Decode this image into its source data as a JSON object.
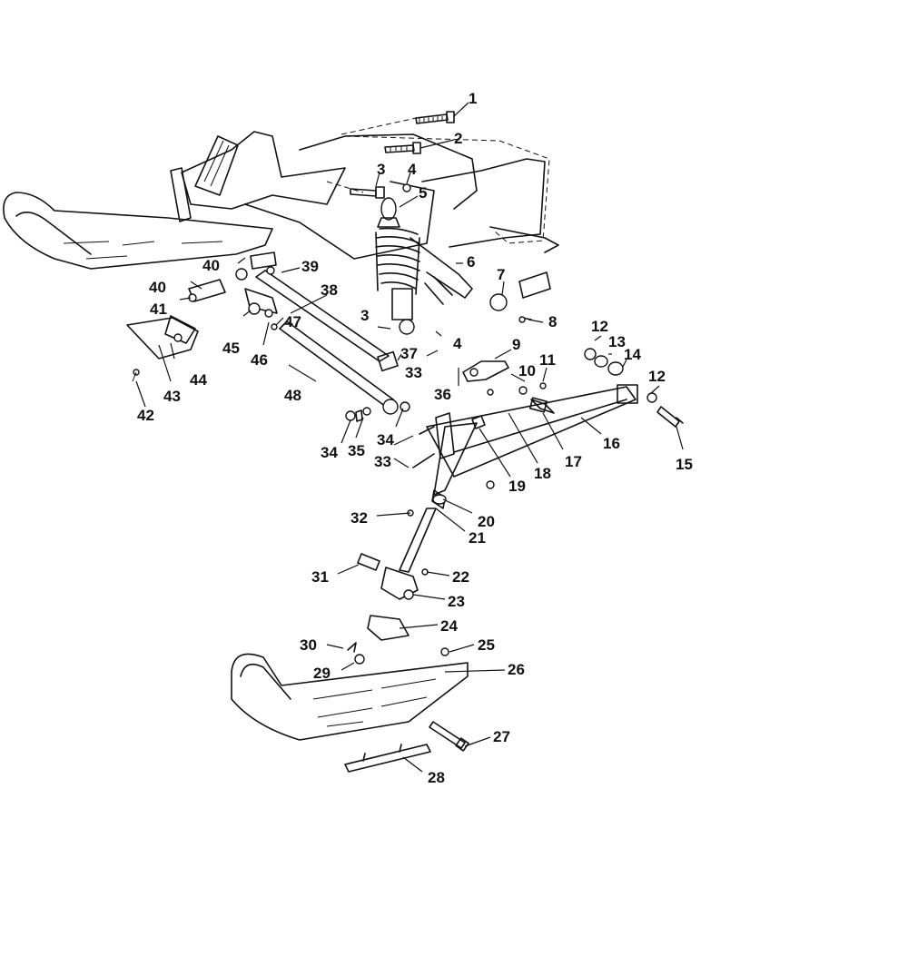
{
  "diagram": {
    "callouts": [
      "1",
      "2",
      "3",
      "4",
      "5",
      "6",
      "7",
      "8",
      "9",
      "10",
      "11",
      "12",
      "13",
      "14",
      "15",
      "16",
      "17",
      "18",
      "19",
      "20",
      "21",
      "22",
      "23",
      "24",
      "25",
      "26",
      "27",
      "28",
      "29",
      "30",
      "31",
      "32",
      "33",
      "34",
      "35",
      "36",
      "37",
      "38",
      "39",
      "40",
      "41",
      "42",
      "43",
      "44",
      "45",
      "46",
      "47",
      "48"
    ]
  }
}
